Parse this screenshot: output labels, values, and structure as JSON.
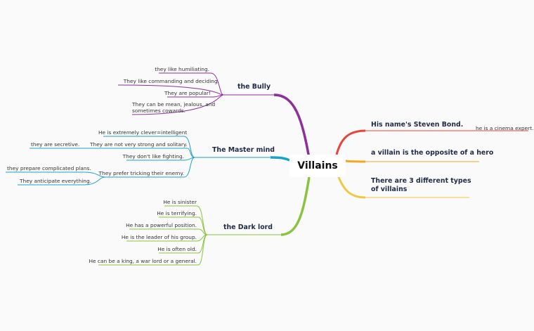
{
  "central": {
    "title": "Villains"
  },
  "branches": {
    "bully": {
      "label": "the Bully",
      "color": "#8e2f9c",
      "children": [
        "they like humiliating.",
        "They like commanding and deciding.",
        "They are popular!",
        "They can be mean, jealous, and sometimes cowards."
      ]
    },
    "master": {
      "label": "The Master mind",
      "color": "#1aa3c9",
      "children": [
        "He is extremely clever=intelligent",
        "They are not very strong and solitary.",
        "they are secretive.",
        "They don't like fighting.",
        "They prefer tricking their enemy.",
        "they prepare complicated plans.",
        "They anticipate everything."
      ]
    },
    "dark": {
      "label": "the Dark lord",
      "color": "#8ac43f",
      "children": [
        "He is sinister",
        "He is terrifying.",
        "He has a powerful position.",
        "He is the leader of his group.",
        "He is often old.",
        "He can be a king, a war lord or a general."
      ]
    },
    "steven": {
      "label": "His name's Steven Bond.",
      "color": "#e5453a",
      "children": [
        "he is a cinema expert."
      ]
    },
    "opposite": {
      "label": "a villain is the opposite of a hero",
      "color": "#f5a623"
    },
    "types": {
      "label": "There are 3 different types of villains",
      "color": "#f2c744"
    }
  }
}
